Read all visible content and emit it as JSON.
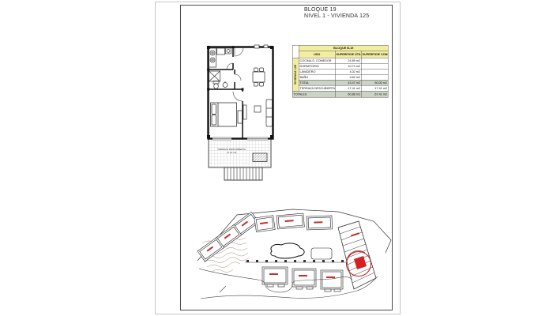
{
  "page": {
    "title_line1": "BLOQUE 19",
    "title_line2": "NIVEL 1 - VIVIENDA 125"
  },
  "floor_plan": {
    "terrace_label_line1": "TERRAZA DESCUBIERTA",
    "terrace_label_line2": "17.41 m2"
  },
  "area_table": {
    "block_header": "BLOQUE B-19",
    "vertical_label": "VIVIENDA 125",
    "columns": [
      "USO",
      "SUPERFICIE ÚTIL",
      "SUPERFICIE CONSTRUIDA"
    ],
    "rows": [
      {
        "uso": "COCINA-S. COMEDOR",
        "util": "24.89 m2",
        "construida": ""
      },
      {
        "uso": "DORMITORIO",
        "util": "10.74 m2",
        "construida": ""
      },
      {
        "uso": "LAVADERO",
        "util": "4.02 m2",
        "construida": ""
      },
      {
        "uso": "BAÑO",
        "util": "3.82 m2",
        "construida": ""
      },
      {
        "uso": "TOTAL",
        "util": "43.47 m2",
        "construida": "50.00 m2"
      },
      {
        "uso": "TERRAZA DESCUBIERTA",
        "util": "17.41 m2",
        "construida": "17.41 m2"
      },
      {
        "uso": "TOTALES",
        "util": "60.88 m2",
        "construida": "67.41 m2"
      }
    ],
    "colors": {
      "header_bg": "#f2eda0",
      "emphasis_bg": "#cbd4c2",
      "border": "#5a5a5a"
    }
  },
  "site_plan": {
    "highlight_color": "#d81f1f",
    "contour_color": "#a06a50",
    "label_mark_color": "#c03028"
  }
}
